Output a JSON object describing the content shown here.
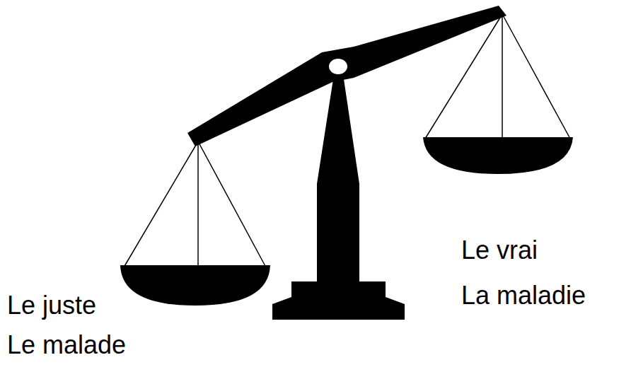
{
  "diagram": {
    "labels": [
      "Le juste",
      "Le malade",
      "Le vrai",
      "La maladie"
    ]
  }
}
